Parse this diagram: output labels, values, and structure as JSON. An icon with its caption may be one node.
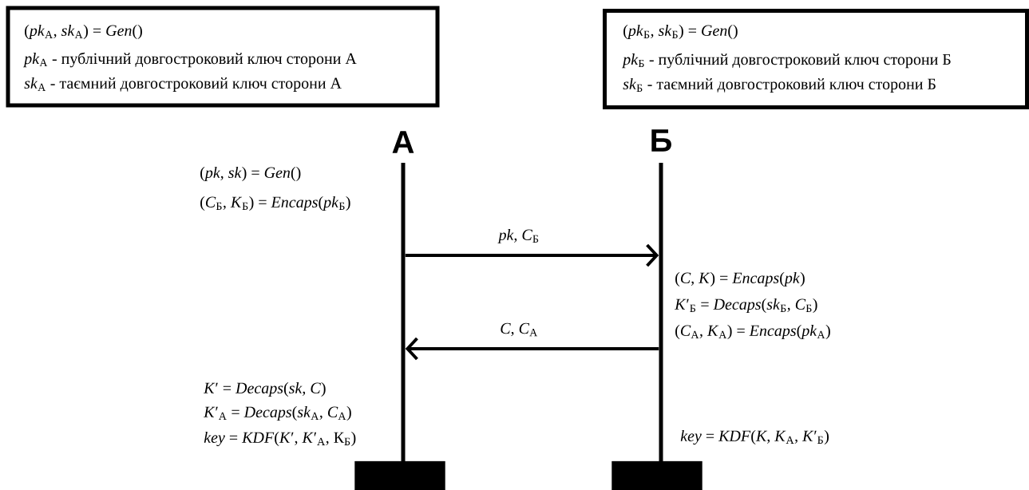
{
  "diagram": {
    "nodes": [
      {
        "text": [
          "(*pk*$_{A}$, *sk*$_{A}$) = *Gen*()",
          "*pk*$_{A}$ - публічний довгостроковий ключ сторони А",
          "*sk*$_{A}$ - таємний довгостроковий ключ сторони А"
        ]
      },
      {
        "text": [
          "(*pk*$_{Б}$, *sk*$_{Б}$) = *Gen*()",
          "*pk*$_{Б}$ - публічний довгостроковий ключ сторони Б",
          "*sk*$_{Б}$ - таємний довгостроковий ключ сторони Б"
        ]
      },
      {
        "text": [
          "А"
        ]
      },
      {
        "text": [
          "Б"
        ]
      },
      {
        "text": [],
        "shape": "bar"
      },
      {
        "text": [],
        "shape": "bar"
      }
    ],
    "edges": [
      {
        "from": 2,
        "to": 3,
        "arrow": "to",
        "label": "*pk*, *C*$_{Б}$"
      },
      {
        "from": 3,
        "to": 2,
        "arrow": "to",
        "label": "*C*, *C*$_{A}$"
      }
    ],
    "labels": [
      "(*pk*, *sk*) = *Gen*()",
      "(*C*$_{Б}$, *K*$_{Б}$) = *Encaps*(*pk*$_{Б}$)",
      "(*C*, *K*) = *Encaps*(*pk*)",
      "*K*′$_{Б}$ = *Decaps*(*sk*$_{Б}$, *C*$_{Б}$)",
      "(*C*$_{A}$, *K*$_{A}$) = *Encaps*(*pk*$_{A}$)",
      "*K*′ = *Decaps*(*sk*, *C*)",
      "*K*′$_{A}$ = *Decaps*(*sk*$_{A}$, *C*$_{A}$)",
      "*key* = *KDF*(*K*′, *K*′$_{A}$, К$_{Б}$)",
      "*key* = *KDF*(*K*, *K*$_{A}$, *K*′$_{Б}$)"
    ]
  }
}
